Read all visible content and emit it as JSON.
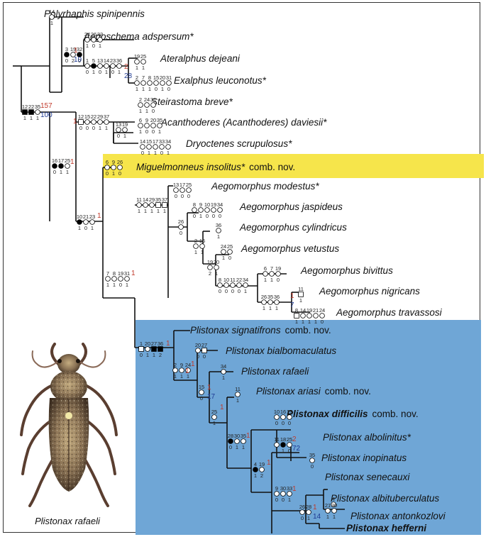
{
  "taxa": [
    {
      "id": "polyrhaphis",
      "name": "Polyrhaphis spinipennis",
      "suffix": ""
    },
    {
      "id": "aegoschema",
      "name": "Aegoschema adspersum*",
      "suffix": ""
    },
    {
      "id": "ateralphus",
      "name": "Ateralphus dejeani",
      "suffix": ""
    },
    {
      "id": "exalphus",
      "name": "Exalphus leuconotus*",
      "suffix": ""
    },
    {
      "id": "steirastoma",
      "name": "Steirastoma breve*",
      "suffix": ""
    },
    {
      "id": "acanthoderes",
      "name": "Acanthoderes (Acanthoderes) daviesii*",
      "suffix": ""
    },
    {
      "id": "dryoctenes",
      "name": "Dryoctenes scrupulosus*",
      "suffix": ""
    },
    {
      "id": "miguelmonneus",
      "name": "Miguelmonneus insolitus*",
      "suffix": "comb. nov."
    },
    {
      "id": "ae-modestus",
      "name": "Aegomorphus modestus*",
      "suffix": ""
    },
    {
      "id": "ae-jaspideus",
      "name": "Aegomorphus jaspideus",
      "suffix": ""
    },
    {
      "id": "ae-cylindricus",
      "name": "Aegomorphus cylindricus",
      "suffix": ""
    },
    {
      "id": "ae-vetustus",
      "name": "Aegomorphus vetustus",
      "suffix": ""
    },
    {
      "id": "ae-bivittus",
      "name": "Aegomorphus bivittus",
      "suffix": ""
    },
    {
      "id": "ae-nigricans",
      "name": "Aegomorphus nigricans",
      "suffix": ""
    },
    {
      "id": "ae-travassosi",
      "name": "Aegomorphus travassosi",
      "suffix": ""
    },
    {
      "id": "pl-signatifrons",
      "name": "Plistonax signatifrons",
      "suffix": "comb. nov."
    },
    {
      "id": "pl-bialbomaculatus",
      "name": "Plistonax bialbomaculatus",
      "suffix": ""
    },
    {
      "id": "pl-rafaeli",
      "name": "Plistonax rafaeli",
      "suffix": ""
    },
    {
      "id": "pl-ariasi",
      "name": "Plistonax ariasi",
      "suffix": "comb. nov."
    },
    {
      "id": "pl-difficilis",
      "name": "Plistonax difficilis",
      "suffix": "comb. nov."
    },
    {
      "id": "pl-albolinitus",
      "name": "Plistonax albolinitus*",
      "suffix": ""
    },
    {
      "id": "pl-inopinatus",
      "name": "Plistonax inopinatus",
      "suffix": ""
    },
    {
      "id": "pl-senecauxi",
      "name": "Plistonax senecauxi",
      "suffix": ""
    },
    {
      "id": "pl-albituberculatus",
      "name": "Plistonax albituberculatus",
      "suffix": ""
    },
    {
      "id": "pl-antonkozlovi",
      "name": "Plistonax antonkozlovi",
      "suffix": ""
    },
    {
      "id": "pl-hefferni",
      "name": "Plistonax hefferni",
      "suffix": ""
    }
  ],
  "characters": [
    {
      "id": "c1",
      "chars": [
        "14"
      ],
      "states": [
        "1"
      ],
      "marks": [
        "o"
      ]
    },
    {
      "id": "c2",
      "chars": [
        "24",
        "26",
        "33"
      ],
      "states": [
        "1",
        "0",
        "1"
      ],
      "marks": [
        "o",
        "o",
        "o"
      ]
    },
    {
      "id": "c3",
      "chars": [
        "19",
        "25"
      ],
      "states": [
        "1",
        "1"
      ],
      "marks": [
        "o",
        "o"
      ]
    },
    {
      "id": "c4",
      "chars": [
        "2",
        "7",
        "8",
        "15",
        "20",
        "31"
      ],
      "states": [
        "1",
        "1",
        "1",
        "0",
        "1",
        "0"
      ],
      "marks": [
        "o",
        "o",
        "o",
        "o",
        "o",
        "o"
      ]
    },
    {
      "id": "c5",
      "chars": [
        "1",
        "5",
        "13",
        "14",
        "23",
        "36"
      ],
      "states": [
        "0",
        "1",
        "0",
        "1",
        "0",
        "1"
      ],
      "marks": [
        "o",
        "f",
        "o",
        "o",
        "o",
        "o"
      ]
    },
    {
      "id": "c6",
      "chars": [
        "3",
        "19",
        "32"
      ],
      "states": [
        "0",
        "2",
        "0"
      ],
      "marks": [
        "f",
        "o",
        "f"
      ]
    },
    {
      "id": "c7",
      "chars": [
        "2",
        "24",
        "31"
      ],
      "states": [
        "1",
        "1",
        "0"
      ],
      "marks": [
        "o",
        "o",
        "o"
      ]
    },
    {
      "id": "c8",
      "chars": [
        "6",
        "9",
        "20",
        "35"
      ],
      "states": [
        "1",
        "0",
        "0",
        "1"
      ],
      "marks": [
        "o",
        "o",
        "o",
        "o"
      ]
    },
    {
      "id": "c9",
      "chars": [
        "14",
        "15",
        "17",
        "33",
        "34"
      ],
      "states": [
        "0",
        "1",
        "1",
        "0",
        "1"
      ],
      "marks": [
        "o",
        "o",
        "o",
        "o",
        "o"
      ]
    },
    {
      "id": "c10",
      "chars": [
        "13",
        "19"
      ],
      "states": [
        "0",
        "1"
      ],
      "marks": [
        "o",
        "o"
      ]
    },
    {
      "id": "c11",
      "chars": [
        "12",
        "15",
        "22",
        "29",
        "37"
      ],
      "states": [
        "0",
        "0",
        "0",
        "1",
        "1"
      ],
      "marks": [
        "s",
        "o",
        "o",
        "o",
        "o"
      ]
    },
    {
      "id": "c12",
      "chars": [
        "12",
        "22",
        "35"
      ],
      "states": [
        "1",
        "1",
        "1"
      ],
      "marks": [
        "sf",
        "sf",
        "o"
      ]
    },
    {
      "id": "c13",
      "chars": [
        "16",
        "17",
        "25"
      ],
      "states": [
        "0",
        "1",
        "1"
      ],
      "marks": [
        "f",
        "f",
        "o"
      ]
    },
    {
      "id": "c14",
      "chars": [
        "6",
        "9",
        "26"
      ],
      "states": [
        "0",
        "1",
        "0"
      ],
      "marks": [
        "o",
        "o",
        "o"
      ]
    },
    {
      "id": "c15",
      "chars": [
        "13",
        "17",
        "25"
      ],
      "states": [
        "0",
        "0",
        "0"
      ],
      "marks": [
        "o",
        "o",
        "o"
      ]
    },
    {
      "id": "c16",
      "chars": [
        "8",
        "9",
        "10",
        "19",
        "34"
      ],
      "states": [
        "0",
        "1",
        "0",
        "0",
        "0"
      ],
      "marks": [
        "o",
        "o",
        "o",
        "o",
        "o"
      ]
    },
    {
      "id": "c17",
      "chars": [
        "36"
      ],
      "states": [
        "1"
      ],
      "marks": [
        "o"
      ]
    },
    {
      "id": "c18",
      "chars": [
        "26"
      ],
      "states": [
        "0"
      ],
      "marks": [
        "o"
      ]
    },
    {
      "id": "c19",
      "chars": [
        "2",
        "16"
      ],
      "states": [
        "1",
        "1"
      ],
      "marks": [
        "o",
        "o"
      ]
    },
    {
      "id": "c20",
      "chars": [
        "24",
        "25"
      ],
      "states": [
        "1",
        "0"
      ],
      "marks": [
        "o",
        "o"
      ]
    },
    {
      "id": "c21",
      "chars": [
        "19",
        "20"
      ],
      "states": [
        "2",
        "1"
      ],
      "marks": [
        "o",
        "o"
      ]
    },
    {
      "id": "c22",
      "chars": [
        "6",
        "7",
        "19"
      ],
      "states": [
        "1",
        "1",
        "0"
      ],
      "marks": [
        "o",
        "o",
        "o"
      ]
    },
    {
      "id": "c23",
      "chars": [
        "8",
        "10",
        "11",
        "22",
        "34"
      ],
      "states": [
        "0",
        "0",
        "0",
        "0",
        "1"
      ],
      "marks": [
        "o",
        "o",
        "o",
        "o",
        "o"
      ]
    },
    {
      "id": "c24",
      "chars": [
        "11"
      ],
      "states": [
        "1"
      ],
      "marks": [
        "s"
      ]
    },
    {
      "id": "c25",
      "chars": [
        "26",
        "35",
        "36"
      ],
      "states": [
        "1",
        "1",
        "1"
      ],
      "marks": [
        "o",
        "o",
        "o"
      ]
    },
    {
      "id": "c26",
      "chars": [
        "8",
        "14",
        "19",
        "21",
        "24"
      ],
      "states": [
        "1",
        "1",
        "1",
        "1",
        "0"
      ],
      "marks": [
        "s",
        "o",
        "o",
        "o",
        "o"
      ]
    },
    {
      "id": "c27",
      "chars": [
        "11",
        "14",
        "29",
        "35",
        "37"
      ],
      "states": [
        "1",
        "1",
        "1",
        "1",
        "1"
      ],
      "marks": [
        "o",
        "o",
        "o",
        "s",
        "s"
      ]
    },
    {
      "id": "c28",
      "chars": [
        "7",
        "8",
        "19",
        "31"
      ],
      "states": [
        "1",
        "1",
        "0",
        "1"
      ],
      "marks": [
        "o",
        "o",
        "o",
        "o"
      ]
    },
    {
      "id": "c29",
      "chars": [
        "10",
        "21",
        "23"
      ],
      "states": [
        "1",
        "0",
        "1"
      ],
      "marks": [
        "f",
        "o",
        "o"
      ]
    },
    {
      "id": "c30",
      "chars": [
        "1",
        "20",
        "27",
        "36"
      ],
      "states": [
        "0",
        "1",
        "1",
        "2"
      ],
      "marks": [
        "s",
        "o",
        "sf",
        "sf"
      ]
    },
    {
      "id": "c31",
      "chars": [
        "20",
        "27"
      ],
      "states": [
        "0",
        "0"
      ],
      "marks": [
        "o",
        "s"
      ]
    },
    {
      "id": "c32",
      "chars": [
        "2",
        "9",
        "24"
      ],
      "states": [
        "1",
        "1",
        "1"
      ],
      "marks": [
        "o",
        "o",
        "o"
      ]
    },
    {
      "id": "c33",
      "chars": [
        "34"
      ],
      "states": [
        "1"
      ],
      "marks": [
        "o"
      ]
    },
    {
      "id": "c34",
      "chars": [
        "15"
      ],
      "states": [
        "0"
      ],
      "marks": [
        "o"
      ]
    },
    {
      "id": "c35",
      "chars": [
        "11"
      ],
      "states": [
        "1"
      ],
      "marks": [
        "o"
      ]
    },
    {
      "id": "c36",
      "chars": [
        "25"
      ],
      "states": [
        "1"
      ],
      "marks": [
        "o"
      ]
    },
    {
      "id": "c37",
      "chars": [
        "10",
        "16",
        "17"
      ],
      "states": [
        "0",
        "0",
        "0"
      ],
      "marks": [
        "o",
        "o",
        "o"
      ]
    },
    {
      "id": "c38",
      "chars": [
        "28",
        "30",
        "35"
      ],
      "states": [
        "0",
        "1",
        "1"
      ],
      "marks": [
        "f",
        "o",
        "o"
      ]
    },
    {
      "id": "c39",
      "chars": [
        "11",
        "18",
        "25"
      ],
      "states": [
        "1",
        "1",
        "0"
      ],
      "marks": [
        "o",
        "f",
        "o"
      ]
    },
    {
      "id": "c40",
      "chars": [
        "35"
      ],
      "states": [
        "0"
      ],
      "marks": [
        "o"
      ]
    },
    {
      "id": "c41",
      "chars": [
        "4",
        "19"
      ],
      "states": [
        "1",
        "2"
      ],
      "marks": [
        "f",
        "o"
      ]
    },
    {
      "id": "c42",
      "chars": [
        "9",
        "30",
        "33"
      ],
      "states": [
        "0",
        "0",
        "1"
      ],
      "marks": [
        "o",
        "o",
        "o"
      ]
    },
    {
      "id": "c43",
      "chars": [
        "4"
      ],
      "states": [
        "0"
      ],
      "marks": [
        "o"
      ]
    },
    {
      "id": "c44",
      "chars": [
        "21",
        "30"
      ],
      "states": [
        "1",
        "1"
      ],
      "marks": [
        "o",
        "o"
      ]
    },
    {
      "id": "c45",
      "chars": [
        "26",
        "28"
      ],
      "states": [
        "0",
        "1"
      ],
      "marks": [
        "o",
        "o"
      ]
    }
  ],
  "support": [
    {
      "id": "s1",
      "bremer": "157",
      "bootstrap": "100"
    },
    {
      "id": "s2",
      "bremer": "1",
      "bootstrap": "10"
    },
    {
      "id": "s3",
      "bremer": "2",
      "bootstrap": "28"
    },
    {
      "id": "s4",
      "bremer": "1",
      "bootstrap": ""
    },
    {
      "id": "s5",
      "bremer": "1",
      "bootstrap": ""
    },
    {
      "id": "s6",
      "bremer": "1",
      "bootstrap": ""
    },
    {
      "id": "s7",
      "bremer": "1",
      "bootstrap": ""
    },
    {
      "id": "s8",
      "bremer": "1",
      "bootstrap": ""
    },
    {
      "id": "s9",
      "bremer": "1",
      "bootstrap": "7"
    },
    {
      "id": "s10",
      "bremer": "1",
      "bootstrap": ""
    },
    {
      "id": "s11",
      "bremer": "1",
      "bootstrap": ""
    },
    {
      "id": "s12",
      "bremer": "1",
      "bootstrap": "17"
    },
    {
      "id": "s13",
      "bremer": "1",
      "bootstrap": ""
    },
    {
      "id": "s14",
      "bremer": "1",
      "bootstrap": ""
    },
    {
      "id": "s15",
      "bremer": "2",
      "bootstrap": "72"
    },
    {
      "id": "s16",
      "bremer": "1",
      "bootstrap": ""
    },
    {
      "id": "s17",
      "bremer": "1",
      "bootstrap": ""
    },
    {
      "id": "s18",
      "bremer": "1",
      "bootstrap": "14"
    }
  ],
  "photo": {
    "caption": "Plistonax rafaeli"
  },
  "colors": {
    "highlight_yellow": "#f6e54b",
    "highlight_blue": "#6fa6d6",
    "bremer": "#c0392b",
    "bootstrap": "#1f3a93"
  }
}
